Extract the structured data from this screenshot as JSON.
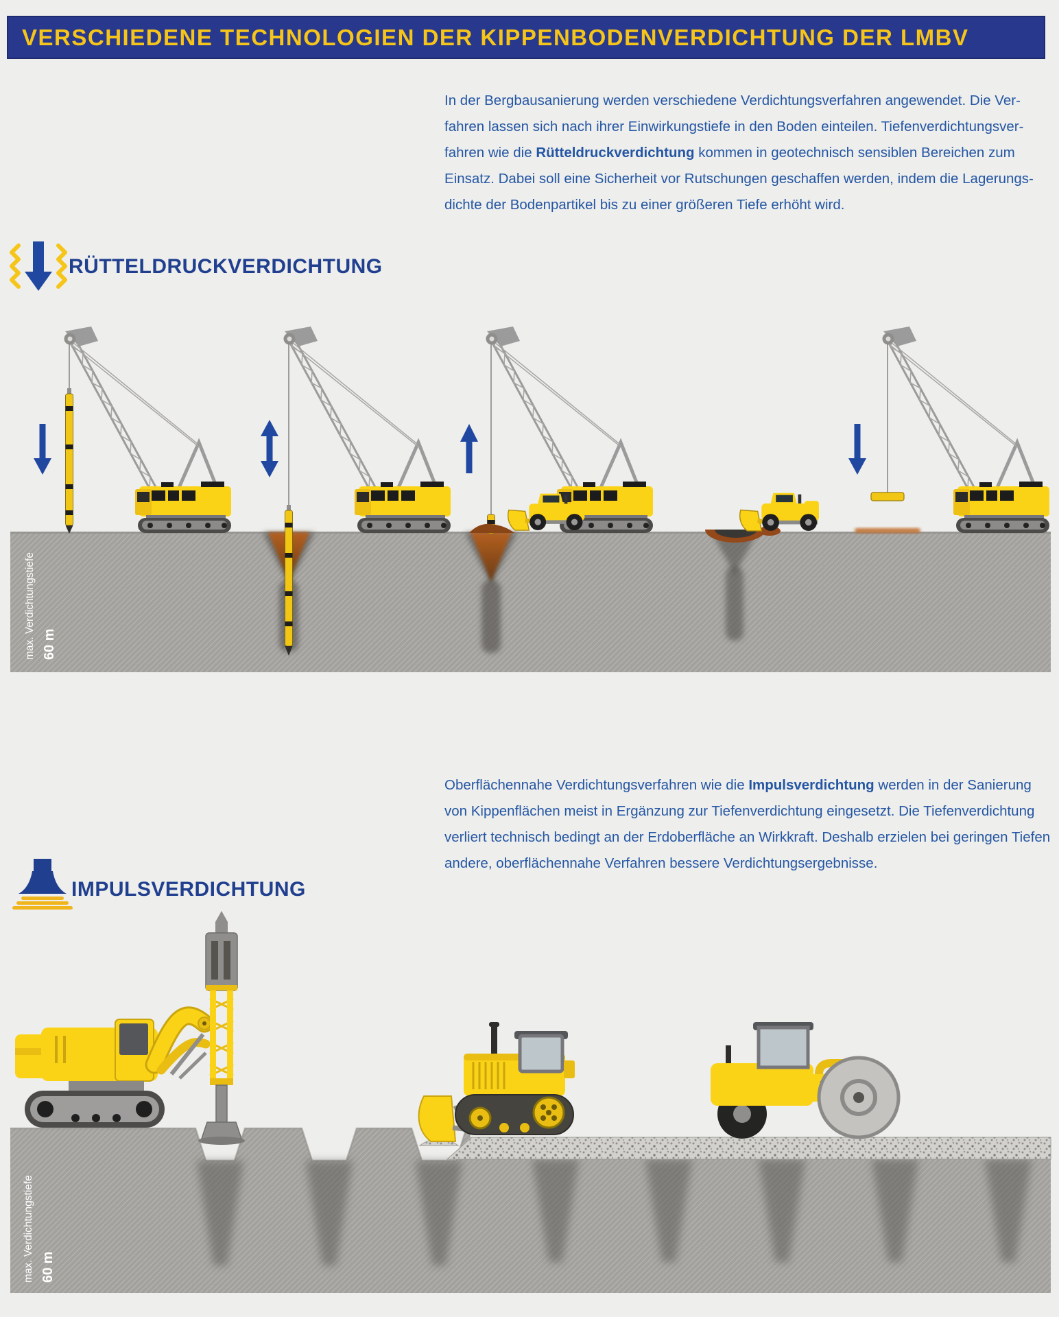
{
  "header": {
    "title": "VERSCHIEDENE TECHNOLOGIEN DER KIPPENBODENVERDICHTUNG DER LMBV"
  },
  "intro1": {
    "lines": [
      {
        "pre": "In der Bergbausanierung werden verschiedene Verdichtungsverfahren angewendet. Die Ver-"
      },
      {
        "pre": "fahren lassen sich nach ihrer Einwirkungstiefe in den Boden einteilen. Tiefenverdichtungsver-"
      },
      {
        "pre": "fahren wie die ",
        "bold": "Rütteldruckverdichtung",
        "post": " kommen in geotechnisch sensiblen Bereichen zum"
      },
      {
        "pre": "Einsatz. Dabei soll eine Sicherheit vor Rutschungen geschaffen werden, indem die Lagerungs-"
      },
      {
        "pre": "dichte der Bodenpartikel bis zu einer größeren Tiefe erhöht wird."
      }
    ]
  },
  "intro2": {
    "lines": [
      {
        "pre": "Oberflächennahe Verdichtungsverfahren wie die ",
        "bold": "Impulsverdichtung",
        "post": " werden in der Sanierung"
      },
      {
        "pre": "von Kippenflächen meist in Ergänzung zur Tiefenverdichtung eingesetzt. Die Tiefenverdichtung"
      },
      {
        "pre": "verliert technisch bedingt an der Erdoberfläche an Wirkkraft. Deshalb erzielen bei geringen Tiefen"
      },
      {
        "pre": "andere, oberflächennahe Verfahren bessere Verdichtungsergebnisse."
      }
    ]
  },
  "sections": [
    {
      "heading": "RÜTTELDRUCKVERDICHTUNG",
      "icon": "vibration-down-arrow-icon",
      "depth_label": "max. Verdichtungstiefe",
      "depth_value": "60 m",
      "machines": [
        "crawler-crane-with-vibrator-lance",
        "crawler-crane-lance-inserted",
        "crawler-crane-with-wheel-loader-backfilling",
        "wheel-loader-at-filled-funnel",
        "crawler-crane-with-compaction-plate"
      ]
    },
    {
      "heading": "IMPULSVERDICHTUNG",
      "icon": "impact-tamper-icon",
      "depth_label": "max. Verdichtungstiefe",
      "depth_value": "60 m",
      "machines": [
        "excavator-with-impulse-compactor",
        "bulldozer-spreading-gravel",
        "roller-compactor"
      ]
    }
  ],
  "colors": {
    "header_bg": "#28388c",
    "title_yellow": "#f6c51a",
    "text_blue": "#2456a4",
    "heading_blue": "#203f8f",
    "arrow_blue": "#2148a1",
    "machine_yellow": "#fbd316",
    "soil_gray": "#a3a19d",
    "funnel_dark": "#45433f",
    "backfill_brown": "#94491a"
  }
}
